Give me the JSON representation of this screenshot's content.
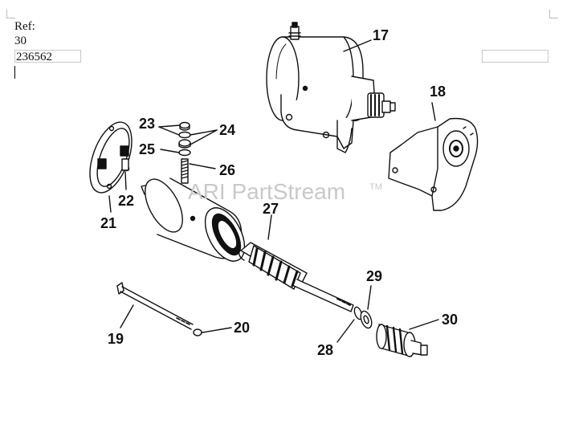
{
  "ref": {
    "label": "Ref:",
    "number": "30",
    "part_number": "236562"
  },
  "watermark": {
    "text": "ARI PartStream",
    "tm": "TM"
  },
  "callouts": {
    "c17": "17",
    "c18": "18",
    "c19": "19",
    "c20": "20",
    "c21": "21",
    "c22": "22",
    "c23": "23",
    "c24": "24",
    "c25": "25",
    "c26": "26",
    "c27": "27",
    "c28": "28",
    "c29": "29",
    "c30": "30"
  }
}
